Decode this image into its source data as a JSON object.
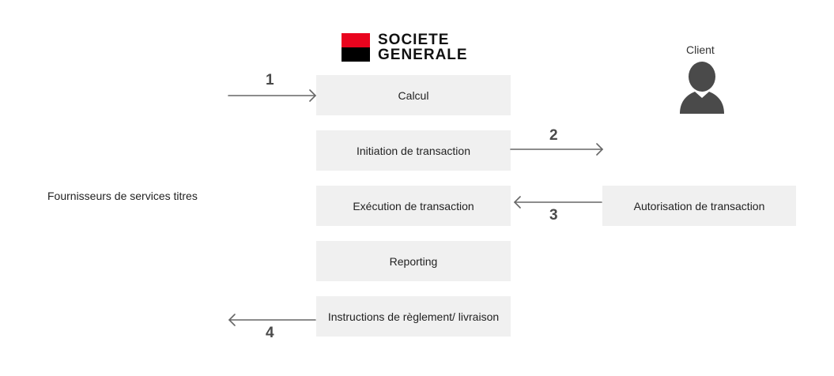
{
  "logo": {
    "line1": "SOCIETE",
    "line2": "GENERALE",
    "colors": {
      "top": "#e9041e",
      "bottom": "#000000"
    }
  },
  "boxes": {
    "calcul": "Calcul",
    "initiation": "Initiation de transaction",
    "execution": "Exécution de transaction",
    "reporting": "Reporting",
    "instructions": "Instructions de règlement/ livraison",
    "autorisation": "Autorisation de transaction"
  },
  "labels": {
    "fournisseurs": "Fournisseurs de services titres",
    "client": "Client"
  },
  "client_icon": "person-icon",
  "steps": {
    "s1": "1",
    "s2": "2",
    "s3": "3",
    "s4": "4"
  }
}
